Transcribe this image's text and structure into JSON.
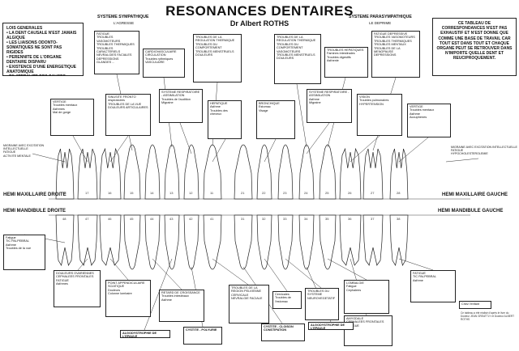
{
  "header": {
    "title": "RESONANCES DENTAIRES",
    "author": "Dr Albert ROTHS",
    "left_system": "SYSTEME SYMPATHIQUE",
    "left_sub": "L'AGRESSE",
    "right_system": "SYSTEME PARASYMPATHIQUE",
    "right_sub": "LE DEPRIME"
  },
  "general_laws": "LOIS GENERALES\n• LA DENT CAUSALE N'EST JAMAIS ALGIQUE\n• LES LIAISONS ODONTO-SOMATIQUES NE SONT PAS RIGIDES\n• PERENNITE DE L'ORGANE DENTAIRE DISPARU\n• EXISTENCE D'UNE ENERGETIQUE ANATOMIQUE\n• BILATERALITE DES CAUSES",
  "right_note": "CE TABLEAU DE CORRESPONDANCES N'EST PAS EXHAUSTIF ET N'EST DONNE QUE COMME UNE BASE DE TRAVAIL CAR TOUT EST DANS TOUT ET CHAQUE ORGANE PEUT SE RETROUVER DANS N'IMPORTE QUELLE DENT ET REUCIPROQUEMENT.",
  "arch_labels": {
    "upper_left": "HEMI MAXILLAIRE DROITE",
    "lower_left": "HEMI MANDIBULE DROITE",
    "upper_right": "HEMI MAXILLAIRE GAUCHE",
    "lower_right": "HEMI MANDIBULE GAUCHE"
  },
  "upper_numbers": [
    "18",
    "17",
    "16",
    "15",
    "14",
    "13",
    "12",
    "11",
    "21",
    "22",
    "23",
    "24",
    "25",
    "26",
    "27",
    "28"
  ],
  "lower_numbers": [
    "48",
    "47",
    "46",
    "45",
    "44",
    "43",
    "42",
    "41",
    "31",
    "32",
    "33",
    "34",
    "35",
    "36",
    "37",
    "38"
  ],
  "boxes_top": [
    "FATIGUE\nTROUBLES VASOMOTEURS\nTROUBLES THERMIQUES\nTROUBLES CARACTERIELS\nNEVRALGIES FACIALES\nDEPRESSIONS\nGLANDES ...",
    "CARDIOVASCULAIRE\nCIRCULATION\nTroubles rythmiques\nVASCULAIRE",
    "TROUBLES DE LA REGULATION THERMIQUE\nTROUBLES DU COMPORTEMENT\nTROUBLES MENSTRUELS\nDOULEURS",
    "TROUBLES DE LA REGULATION THERMIQUE\nTROUBLES DU COMPORTEMENT\nVASOMOTEURS\nTROUBLES MENSTRUELS\nDOULEURS",
    "TROUBLES HEPATIQUES\nFamines intestinales\nTroubles digestifs\nAsthenie",
    "FATIGUE DEPRESSIVE\nTROUBLES VASOMOTEURS\nTROUBLES THERMIQUES\nTROUBLES MENTAUX\nTROUBLES DE LA MENOPAUSE\nDEPRESSIONS"
  ],
  "boxes_mid": [
    "VERTIGE\nTroubles mentaux\nAsthmes\nMal de gorge",
    "SINUSITE FRONTO\nrespiratoires\nTROUBLES DE LA VUE\nDOULEURS ARTICULAIRES",
    "SYSTEME RESPIRATOIRE - ASSIMILATION\nTroubles de l'audition\nMigraine",
    "HEPATIQUE\nAsthme\nTroubles des cheveux",
    "BRONCHIQUE\nEstomac\nVisage",
    "SYSTEME RESPIRATOIRE - ASSIMILATION\nAsthme\nMigraine",
    "VISION\nTroubles pulmonaires\nHYPERTENSION",
    "VERTIGE\nTroubles mentaux\nAsthme\nAcouphenes"
  ],
  "boxes_mid_side": [
    "MIGRAINE AVEC EXCITATION INTELLECTUELLE\nFATIGUE\nACTIVITE MENTALE",
    "MIGRAINE AVEC EXCITATION INTELLECTUELLE\nFATIGUE\nHYPOCHOLESTEROLEMIE"
  ],
  "boxes_bottom": [
    "Fatigue\nTIC PALPEBRAL\nAsthme\nTroubles de la vue",
    "DOULEURS OVARIENNES\nCEPHALEES FRONTALES\nFATIGUE\nAsthmes",
    "POINT APPENDICULAIRE\nSCIATIQUE\nDouleurs\nColonne lombaire",
    "RETARD DE CROISSANCE\nTroubles intestinaux\nAsthme",
    "TROUBLES DE LA REGION PELVIENNE\nCERVICALE\nNEVRALGIE FACIALE",
    "Cervicales\nTroubles de l'estomac",
    "TROUBLES DU SYSTEME NEUROVEGETATIF",
    "LOMBALGIE\nFatigue\nCephalees",
    "AMYGDALE\nCEPHALEES FRONTALES\nFATIGUE",
    "FATIGUE\nTIC PALPEBRAL\nAsthme"
  ],
  "boxes_bottom_small": [
    "ALGODYSTROPHIE DE L'EPAULE",
    "CYSTITE - POLYURIE",
    "CYSTITE - CLOISON CONSTIPATION",
    "ALGODYSTROPHIE DE L'EPAULE",
    "Chez l'enfant"
  ],
  "footer_note": "Ce tableau a été réalisé d'après le livre du Docteur JEAN GREATTLY et Docteur ALBERT ROTHS"
}
